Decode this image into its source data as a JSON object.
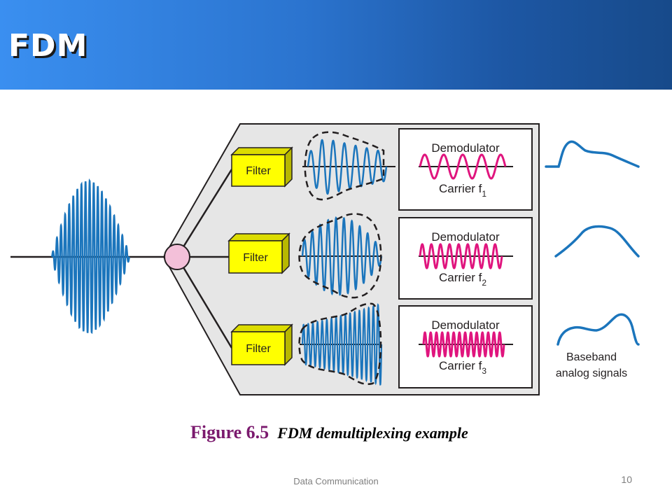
{
  "slide": {
    "title": "FDM"
  },
  "diagram": {
    "filter_label": "Filter",
    "channels": [
      {
        "demodulator": "Demodulator",
        "carrier": "Carrier f",
        "carrier_sub": "1",
        "color": "#e0157e"
      },
      {
        "demodulator": "Demodulator",
        "carrier": "Carrier f",
        "carrier_sub": "2",
        "color": "#e0157e"
      },
      {
        "demodulator": "Demodulator",
        "carrier": "Carrier f",
        "carrier_sub": "3",
        "color": "#e0157e"
      }
    ],
    "baseband_label_line1": "Baseband",
    "baseband_label_line2": "analog signals",
    "wave_color": "#1b75bc",
    "filter_color": "#ffff00"
  },
  "caption": {
    "number": "Figure 6.5",
    "text": "FDM demultiplexing example"
  },
  "footer": {
    "text": "Data Communication",
    "page": "10"
  }
}
